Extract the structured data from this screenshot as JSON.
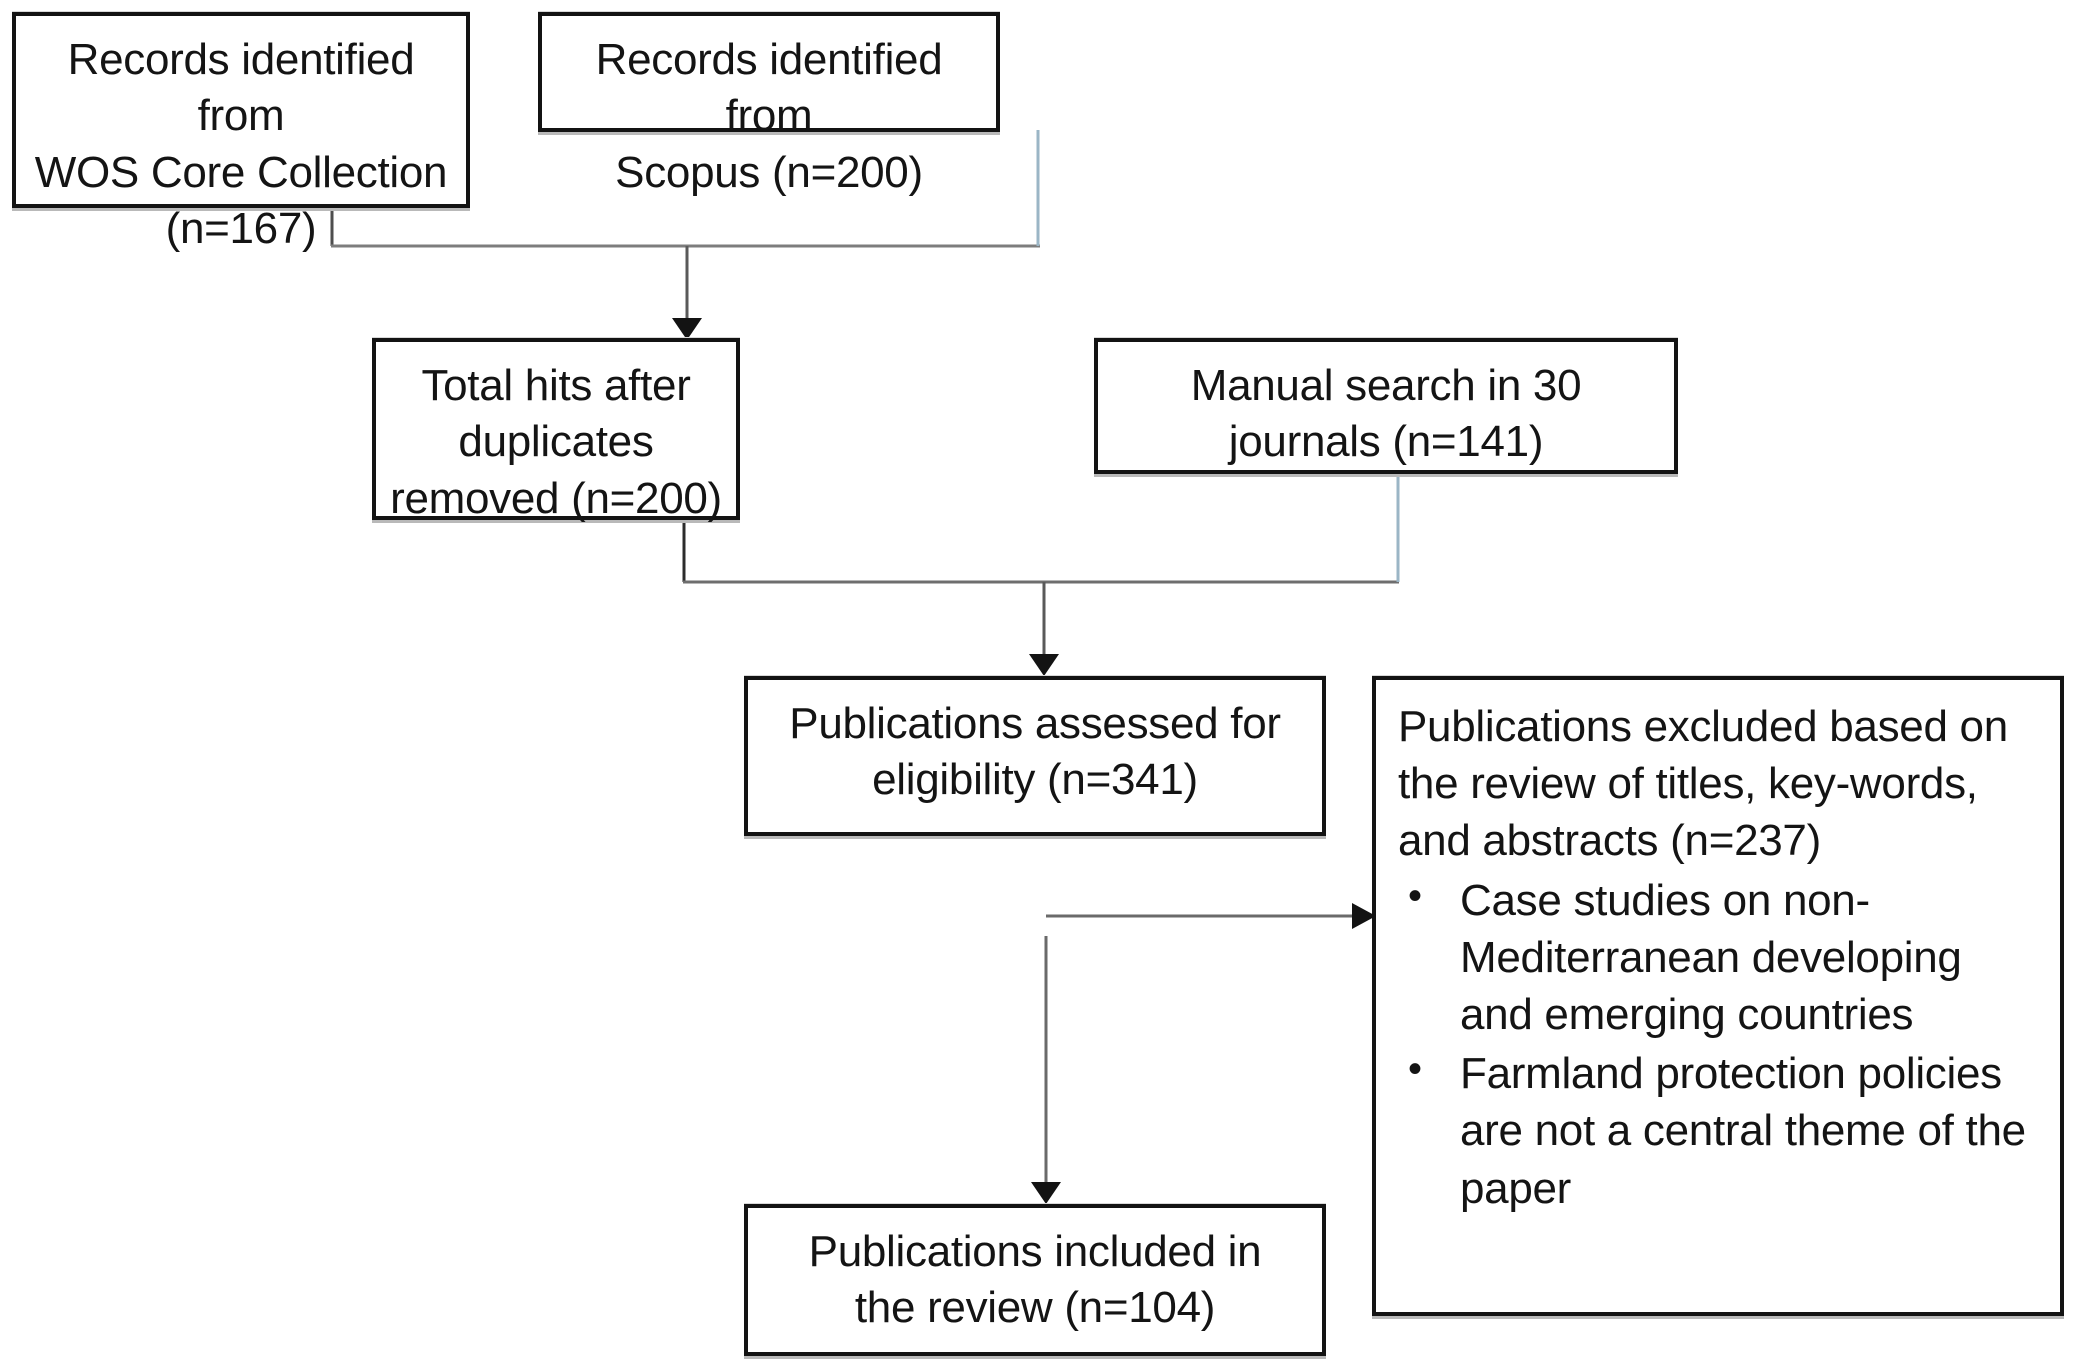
{
  "diagram": {
    "title": "PRISMA study selection flow diagram",
    "type": "flowchart",
    "colors": {
      "box_border": "#131313",
      "box_fill": "#ffffff",
      "connector_line": "#5a5a5a",
      "connector_line_light": "#9bb6c6",
      "arrowhead": "#131313",
      "text": "#141414"
    },
    "boxes": [
      {
        "id": "wos",
        "text": "Records identified from\nWOS Core Collection\n(n=167)",
        "count": 167,
        "source": "WOS Core Collection"
      },
      {
        "id": "scopus",
        "text": "Records identified from\nScopus (n=200)",
        "count": 200,
        "source": "Scopus"
      },
      {
        "id": "total_hits",
        "text": "Total hits after duplicates\nremoved (n=200)",
        "count": 200
      },
      {
        "id": "manual",
        "text": "Manual search in 30\njournals (n=141)",
        "count": 141
      },
      {
        "id": "eligibility",
        "text": "Publications assessed for\neligibility (n=341)",
        "count": 341
      },
      {
        "id": "included",
        "text": "Publications included in\nthe review (n=104)",
        "count": 104
      }
    ],
    "excluded": {
      "lead": "Publications excluded based on\nthe review of titles, key-words,\nand abstracts (n=237)",
      "count": 237,
      "bullets": [
        "Case studies on non-Mediterranean developing and emerging countries",
        "Farmland protection policies are not a central theme of the paper"
      ]
    }
  }
}
